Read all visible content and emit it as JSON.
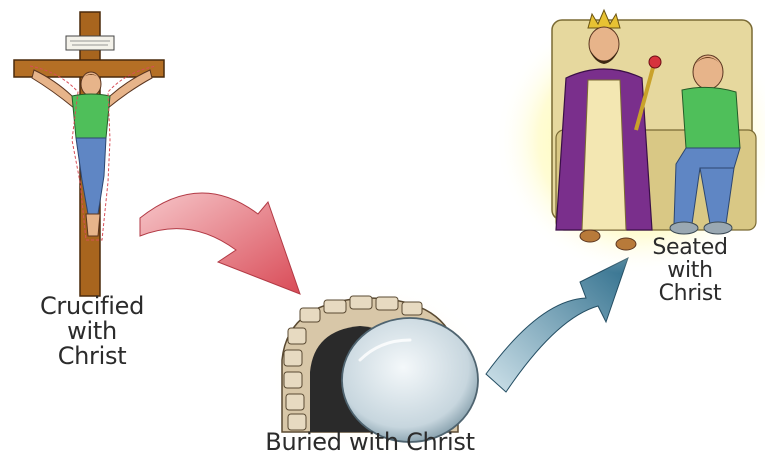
{
  "captions": {
    "crucified": [
      "Crucified",
      "with",
      "Christ"
    ],
    "buried": "Buried with Christ",
    "seated": [
      "Seated",
      "with",
      "Christ"
    ]
  },
  "colors": {
    "arrow_red": "#e0636c",
    "arrow_blue": "#3e7c9a",
    "cross_wood": "#a8651e",
    "robe_purple": "#7a2f8c",
    "shirt_green": "#4fbf5a",
    "jeans_blue": "#5f86c4",
    "tomb_stone": "#d8c7a8",
    "halo_yellow": "#fff36a",
    "caption_text": "#2b2b2b"
  }
}
